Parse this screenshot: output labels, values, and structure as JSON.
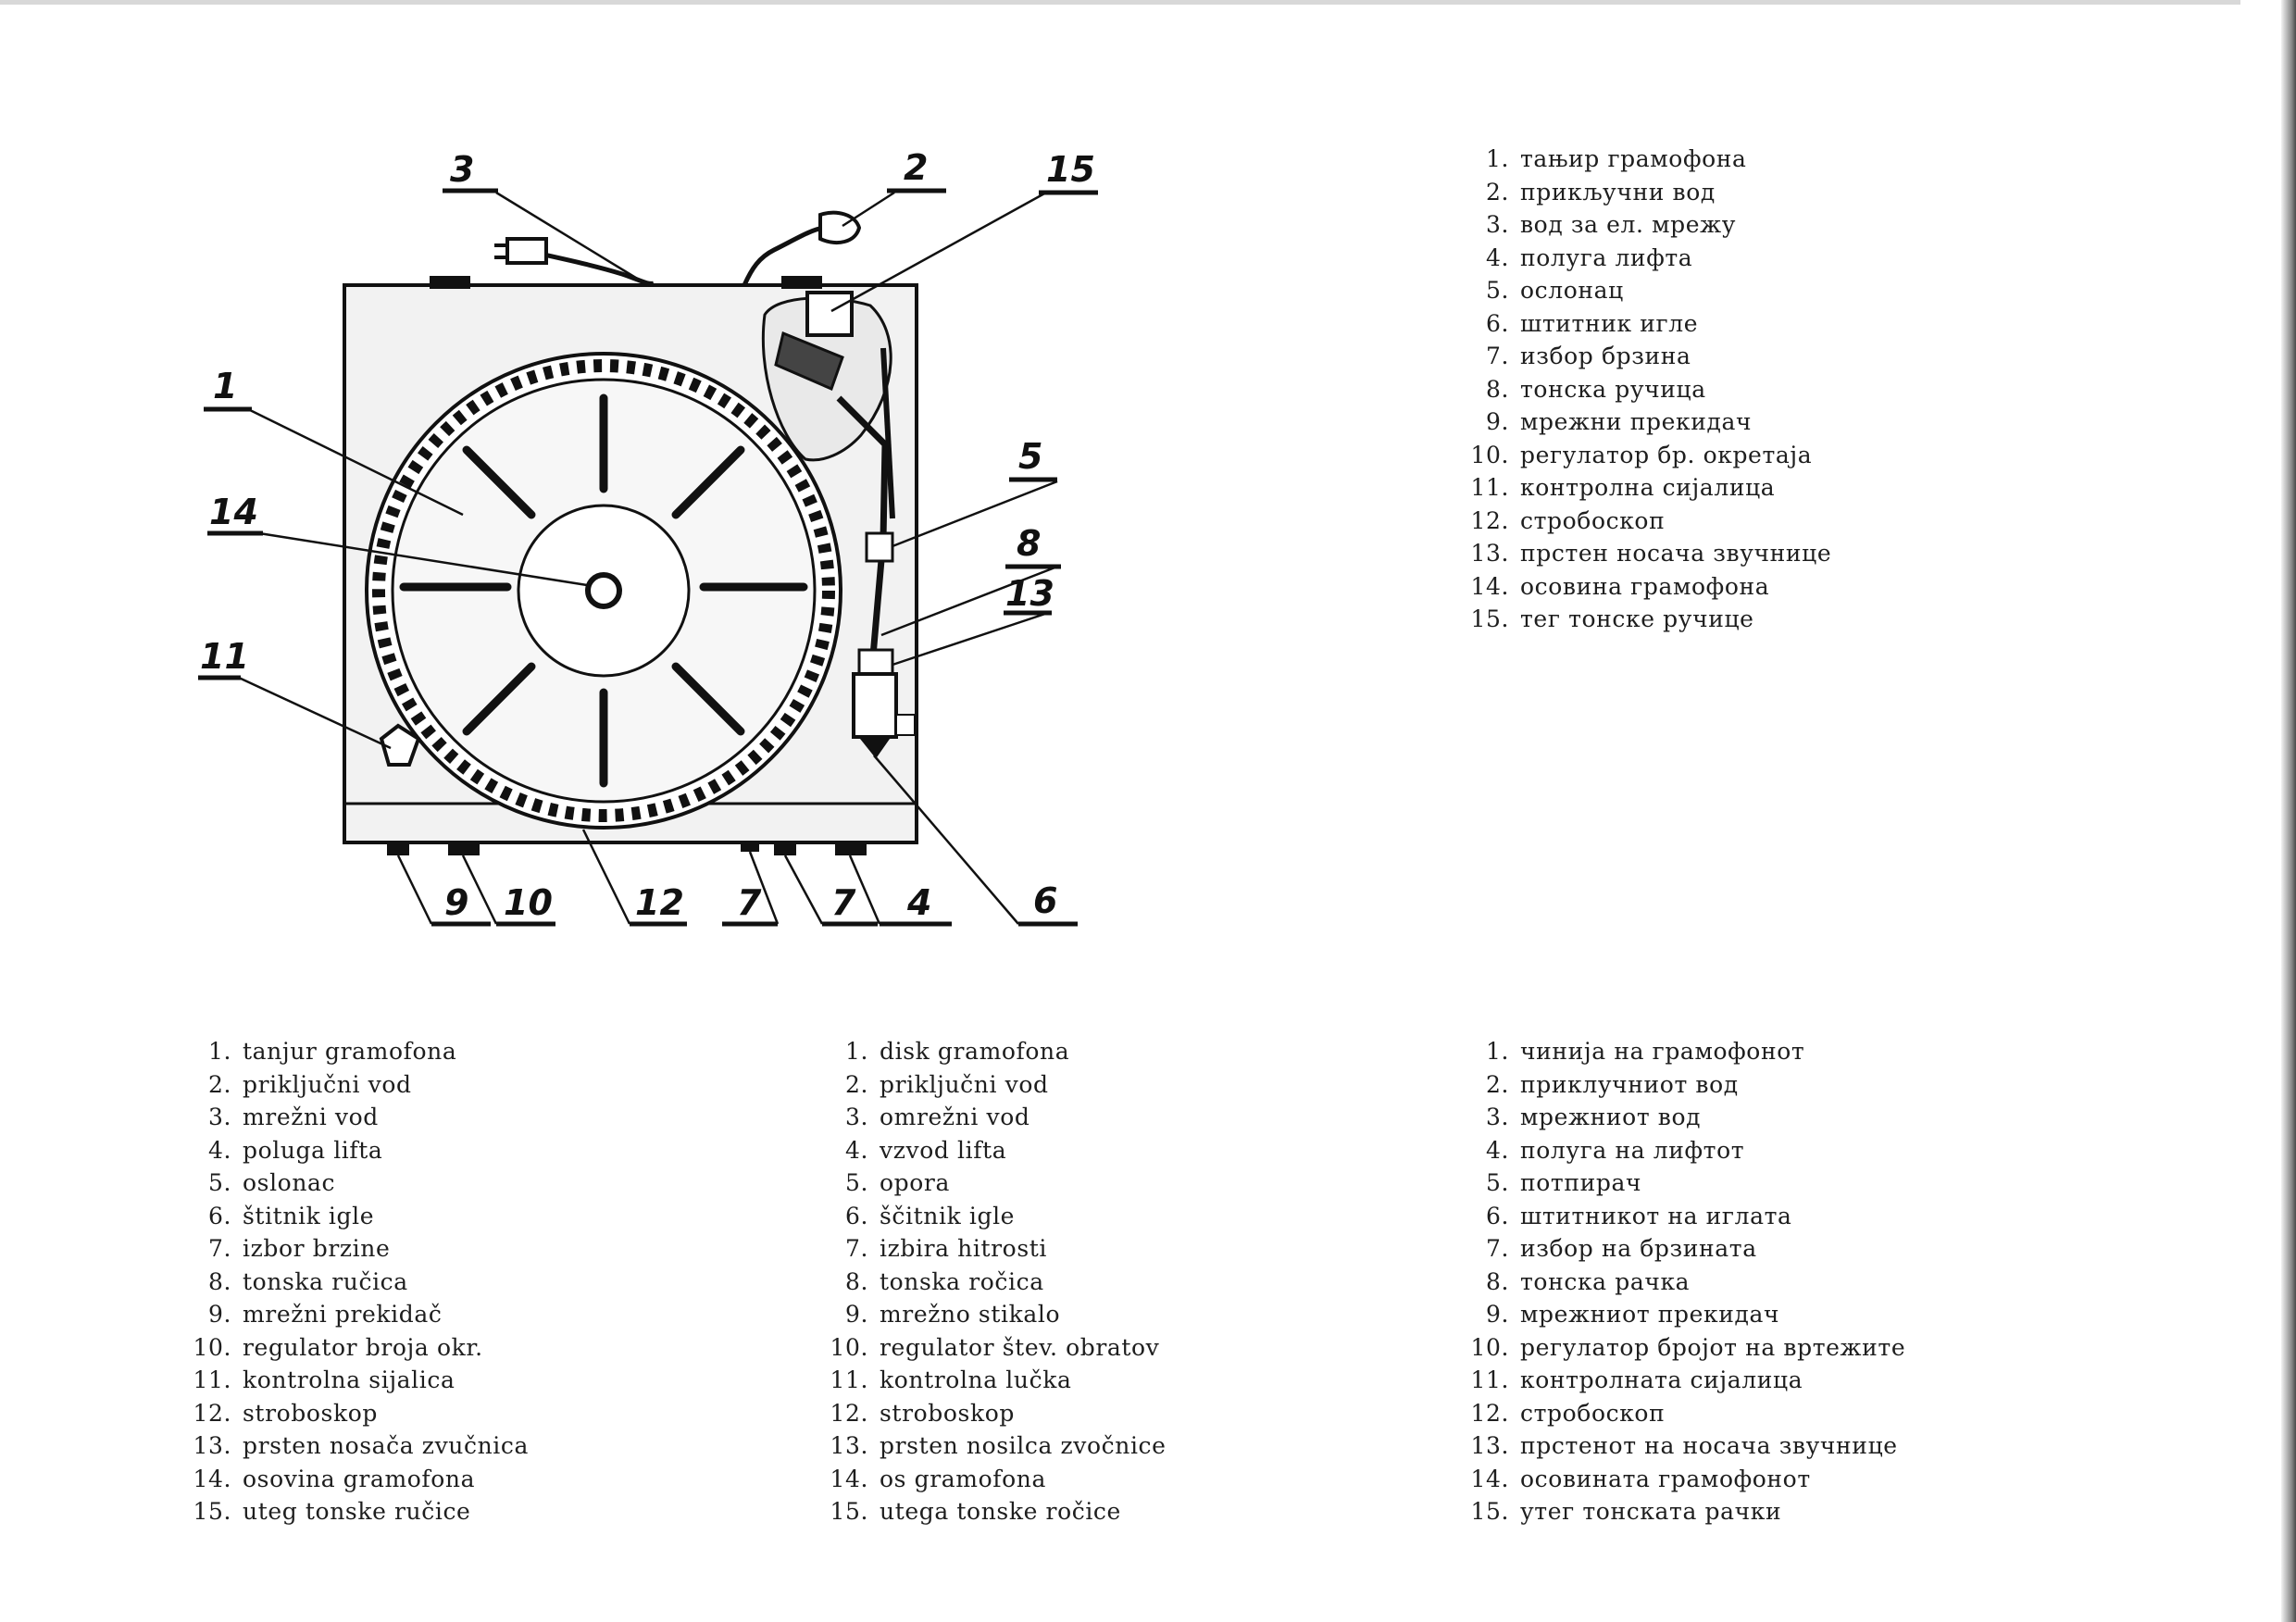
{
  "diagram": {
    "callouts": [
      "3",
      "2",
      "15",
      "1",
      "14",
      "5",
      "8",
      "13",
      "11",
      "9",
      "10",
      "12",
      "7",
      "7",
      "4",
      "6"
    ]
  },
  "legends": {
    "cyrillic_serbian": [
      {
        "num": "1.",
        "text": "тањир грамофона"
      },
      {
        "num": "2.",
        "text": "прикључни вод"
      },
      {
        "num": "3.",
        "text": "вод за ел. мрежу"
      },
      {
        "num": "4.",
        "text": "полуга лифта"
      },
      {
        "num": "5.",
        "text": "ослонац"
      },
      {
        "num": "6.",
        "text": "штитник игле"
      },
      {
        "num": "7.",
        "text": "избор брзина"
      },
      {
        "num": "8.",
        "text": "тонска ручица"
      },
      {
        "num": "9.",
        "text": "мрежни прекидач"
      },
      {
        "num": "10.",
        "text": "регулатор бр. окретаја"
      },
      {
        "num": "11.",
        "text": "контролна сијалица"
      },
      {
        "num": "12.",
        "text": "стробоскоп"
      },
      {
        "num": "13.",
        "text": "прстен носача звучнице"
      },
      {
        "num": "14.",
        "text": "осовина грамофона"
      },
      {
        "num": "15.",
        "text": "тег тонске ручице"
      }
    ],
    "latin_serbocroatian": [
      {
        "num": "1.",
        "text": "tanjur gramofona"
      },
      {
        "num": "2.",
        "text": "priključni vod"
      },
      {
        "num": "3.",
        "text": "mrežni vod"
      },
      {
        "num": "4.",
        "text": "poluga lifta"
      },
      {
        "num": "5.",
        "text": "oslonac"
      },
      {
        "num": "6.",
        "text": "štitnik igle"
      },
      {
        "num": "7.",
        "text": "izbor brzine"
      },
      {
        "num": "8.",
        "text": "tonska ručica"
      },
      {
        "num": "9.",
        "text": "mrežni prekidač"
      },
      {
        "num": "10.",
        "text": "regulator broja okr."
      },
      {
        "num": "11.",
        "text": "kontrolna sijalica"
      },
      {
        "num": "12.",
        "text": "stroboskop"
      },
      {
        "num": "13.",
        "text": "prsten nosača zvučnica"
      },
      {
        "num": "14.",
        "text": "osovina gramofona"
      },
      {
        "num": "15.",
        "text": "uteg tonske ručice"
      }
    ],
    "latin_slovenian": [
      {
        "num": "1.",
        "text": "disk gramofona"
      },
      {
        "num": "2.",
        "text": "priključni vod"
      },
      {
        "num": "3.",
        "text": "omrežni vod"
      },
      {
        "num": "4.",
        "text": "vzvod lifta"
      },
      {
        "num": "5.",
        "text": "opora"
      },
      {
        "num": "6.",
        "text": "ščitnik igle"
      },
      {
        "num": "7.",
        "text": "izbira hitrosti"
      },
      {
        "num": "8.",
        "text": "tonska ročica"
      },
      {
        "num": "9.",
        "text": "mrežno stikalo"
      },
      {
        "num": "10.",
        "text": "regulator štev. obratov"
      },
      {
        "num": "11.",
        "text": "kontrolna lučka"
      },
      {
        "num": "12.",
        "text": "stroboskop"
      },
      {
        "num": "13.",
        "text": "prsten nosilca zvočnice"
      },
      {
        "num": "14.",
        "text": "os gramofona"
      },
      {
        "num": "15.",
        "text": "utega tonske ročice"
      }
    ],
    "cyrillic_macedonian": [
      {
        "num": "1.",
        "text": "чинија на грамофонот"
      },
      {
        "num": "2.",
        "text": "приклучниот вод"
      },
      {
        "num": "3.",
        "text": "мрежниот вод"
      },
      {
        "num": "4.",
        "text": "полуга на лифтот"
      },
      {
        "num": "5.",
        "text": "потпирач"
      },
      {
        "num": "6.",
        "text": "штитникот на иглата"
      },
      {
        "num": "7.",
        "text": "избор на брзинатa"
      },
      {
        "num": "8.",
        "text": "тонска рачка"
      },
      {
        "num": "9.",
        "text": "мрежниот прекидач"
      },
      {
        "num": "10.",
        "text": "регулатор бројот на вртежите"
      },
      {
        "num": "11.",
        "text": "контролната сијалица"
      },
      {
        "num": "12.",
        "text": "стробоскоп"
      },
      {
        "num": "13.",
        "text": "прстенот на носача звучнице"
      },
      {
        "num": "14.",
        "text": "осовината грамофонот"
      },
      {
        "num": "15.",
        "text": "утег тонската рачки"
      }
    ]
  }
}
